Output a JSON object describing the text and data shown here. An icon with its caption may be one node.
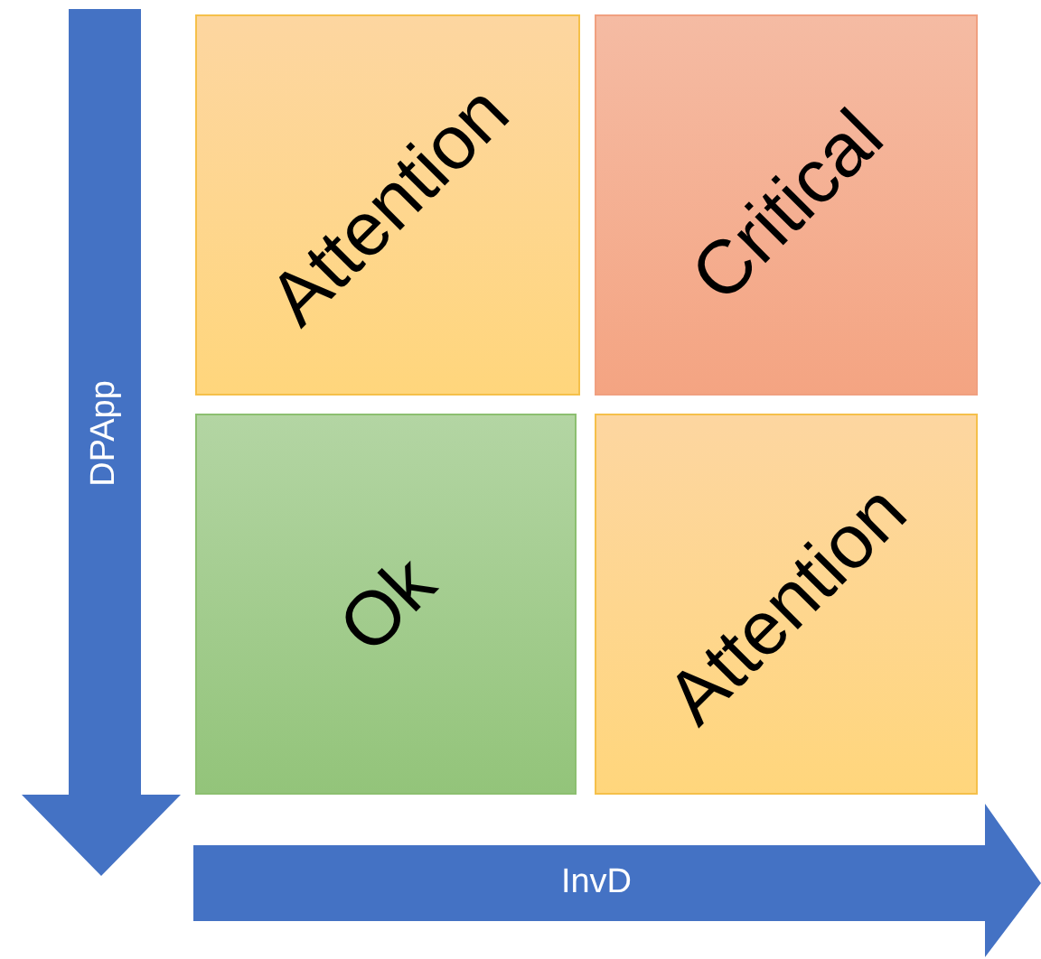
{
  "diagram": {
    "nodes": [
      {
        "text": [
          "Attention"
        ]
      },
      {
        "text": [
          "Critical"
        ]
      },
      {
        "text": [
          "Ok"
        ]
      },
      {
        "text": [
          "Attention"
        ]
      }
    ],
    "labels": [
      "DPApp",
      "InvD"
    ]
  }
}
